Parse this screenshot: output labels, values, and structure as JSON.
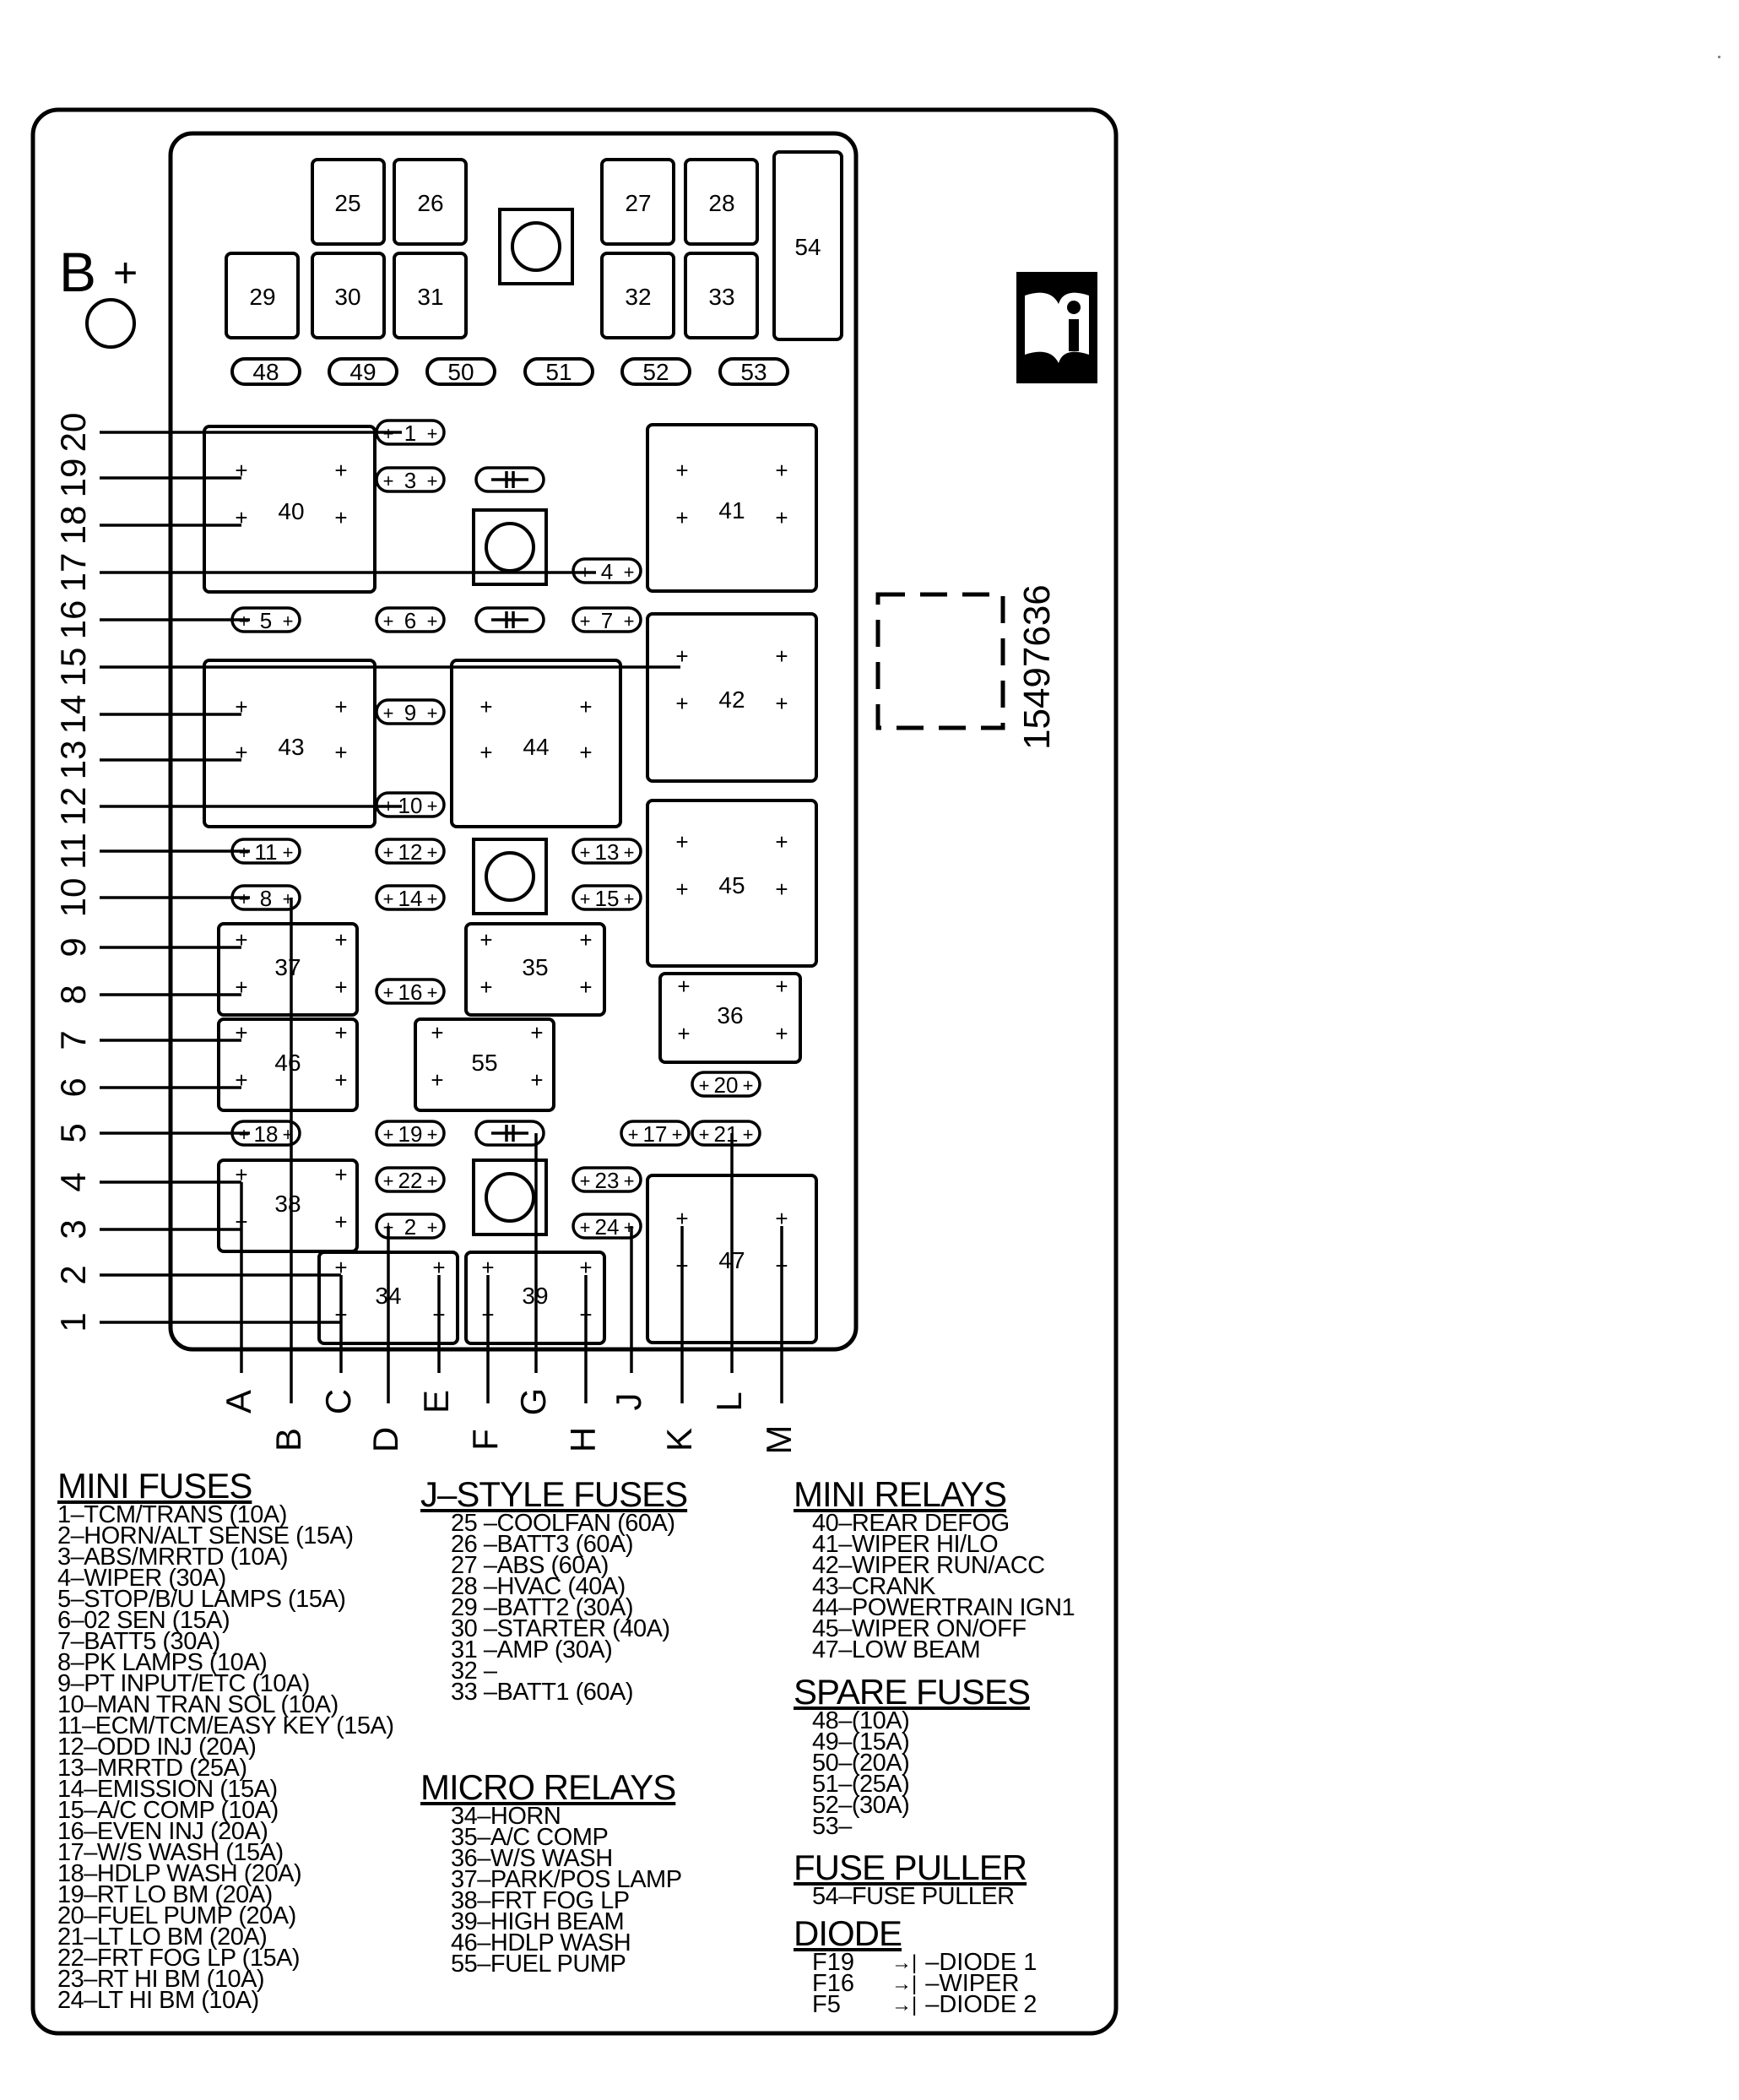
{
  "labels": {
    "b_plus": "B",
    "plus_sign": "+",
    "part_number": "15497636"
  },
  "fuses_top": [
    {
      "n": "25"
    },
    {
      "n": "26"
    },
    {
      "n": "27"
    },
    {
      "n": "28"
    },
    {
      "n": "29"
    },
    {
      "n": "30"
    },
    {
      "n": "31"
    },
    {
      "n": "32"
    },
    {
      "n": "33"
    },
    {
      "n": "54"
    }
  ],
  "spare_slots": [
    "48",
    "49",
    "50",
    "51",
    "52",
    "53"
  ],
  "relays": [
    {
      "n": "40"
    },
    {
      "n": "41"
    },
    {
      "n": "42"
    },
    {
      "n": "43"
    },
    {
      "n": "44"
    },
    {
      "n": "45"
    },
    {
      "n": "36"
    },
    {
      "n": "37"
    },
    {
      "n": "35"
    },
    {
      "n": "46"
    },
    {
      "n": "55"
    },
    {
      "n": "38"
    },
    {
      "n": "34"
    },
    {
      "n": "39"
    },
    {
      "n": "47"
    }
  ],
  "minifuses": [
    "1",
    "3",
    "4",
    "5",
    "6",
    "7",
    "9",
    "10",
    "11",
    "12",
    "13",
    "14",
    "15",
    "16",
    "17",
    "18",
    "19",
    "20",
    "21",
    "22",
    "2",
    "23",
    "24",
    "8"
  ],
  "left_numbers": [
    "20",
    "19",
    "18",
    "17",
    "16",
    "15",
    "14",
    "13",
    "12",
    "11",
    "10",
    "9",
    "8",
    "7",
    "6",
    "5",
    "4",
    "3",
    "2",
    "1"
  ],
  "bottom_letters": [
    "A",
    "B",
    "C",
    "D",
    "E",
    "F",
    "G",
    "H",
    "J",
    "K",
    "L",
    "M"
  ],
  "legend": {
    "mini_fuses": {
      "title": "MINI FUSES",
      "items": [
        "1–TCM/TRANS (10A)",
        "2–HORN/ALT SENSE (15A)",
        "3–ABS/MRRTD (10A)",
        "4–WIPER (30A)",
        "5–STOP/B/U LAMPS (15A)",
        "6–02 SEN (15A)",
        "7–BATT5 (30A)",
        "8–PK LAMPS (10A)",
        "9–PT INPUT/ETC (10A)",
        "10–MAN TRAN SOL (10A)",
        "11–ECM/TCM/EASY KEY (15A)",
        "12–ODD INJ (20A)",
        "13–MRRTD (25A)",
        "14–EMISSION (15A)",
        "15–A/C COMP (10A)",
        "16–EVEN INJ (20A)",
        "17–W/S WASH (15A)",
        "18–HDLP WASH (20A)",
        "19–RT LO BM (20A)",
        "20–FUEL PUMP (20A)",
        "21–LT LO BM (20A)",
        "22–FRT FOG LP (15A)",
        "23–RT HI BM (10A)",
        "24–LT HI BM (10A)"
      ]
    },
    "j_style": {
      "title": "J–STYLE FUSES",
      "items": [
        "25 –COOLFAN (60A)",
        "26 –BATT3 (60A)",
        "27 –ABS (60A)",
        "28 –HVAC (40A)",
        "29 –BATT2 (30A)",
        "30 –STARTER (40A)",
        "31 –AMP (30A)",
        "32 –",
        "33 –BATT1 (60A)"
      ]
    },
    "micro_relays": {
      "title": "MICRO RELAYS",
      "items": [
        "34–HORN",
        "35–A/C COMP",
        "36–W/S WASH",
        "37–PARK/POS LAMP",
        "38–FRT FOG LP",
        "39–HIGH BEAM",
        "46–HDLP WASH",
        "55–FUEL PUMP"
      ]
    },
    "mini_relays": {
      "title": "MINI RELAYS",
      "items": [
        "40–REAR DEFOG",
        "41–WIPER HI/LO",
        "42–WIPER RUN/ACC",
        "43–CRANK",
        "44–POWERTRAIN IGN1",
        "45–WIPER ON/OFF",
        "47–LOW BEAM"
      ]
    },
    "spare_fuses": {
      "title": "SPARE FUSES",
      "items": [
        "48–(10A)",
        "49–(15A)",
        "50–(20A)",
        "51–(25A)",
        "52–(30A)",
        "53–"
      ]
    },
    "fuse_puller": {
      "title": "FUSE PULLER",
      "items": [
        "54–FUSE PULLER"
      ]
    },
    "diode": {
      "title": "DIODE",
      "rows": [
        {
          "id": "F19",
          "text": "–DIODE 1"
        },
        {
          "id": "F16",
          "text": "–WIPER"
        },
        {
          "id": "F5",
          "text": "–DIODE 2"
        }
      ]
    }
  }
}
